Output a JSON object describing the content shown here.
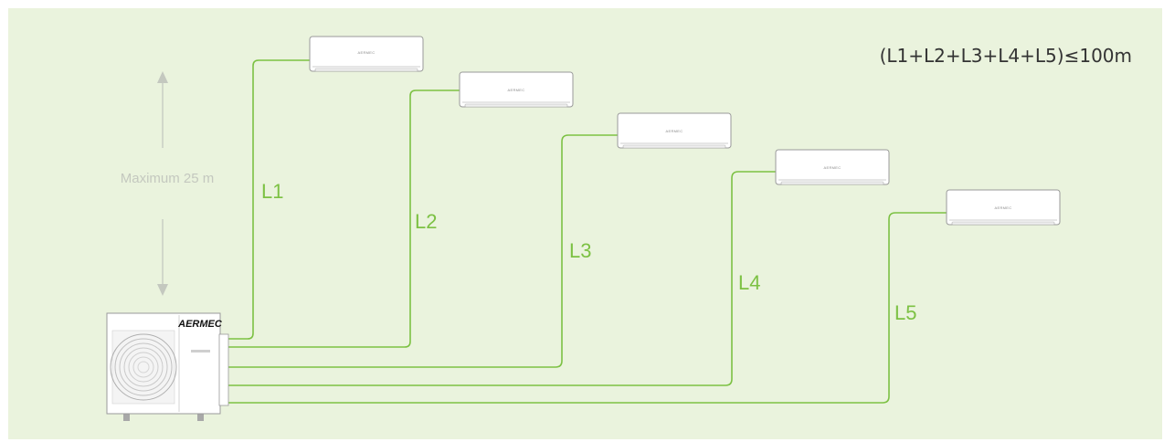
{
  "formula": "(L1+L2+L3+L4+L5)≤100m",
  "max_height_label": "Maximum 25 m",
  "outdoor_unit": {
    "brand": "AERMEC"
  },
  "indoor_units": [
    {
      "brand": "AERMEC",
      "pipe_label": "L1"
    },
    {
      "brand": "AERMEC",
      "pipe_label": "L2"
    },
    {
      "brand": "AERMEC",
      "pipe_label": "L3"
    },
    {
      "brand": "AERMEC",
      "pipe_label": "L4"
    },
    {
      "brand": "AERMEC",
      "pipe_label": "L5"
    }
  ],
  "colors": {
    "background": "#eaf3dd",
    "pipe": "#7cc143",
    "arrow": "#c4c8bf",
    "unit_outline": "#9a9a9a",
    "formula_text": "#333333"
  }
}
